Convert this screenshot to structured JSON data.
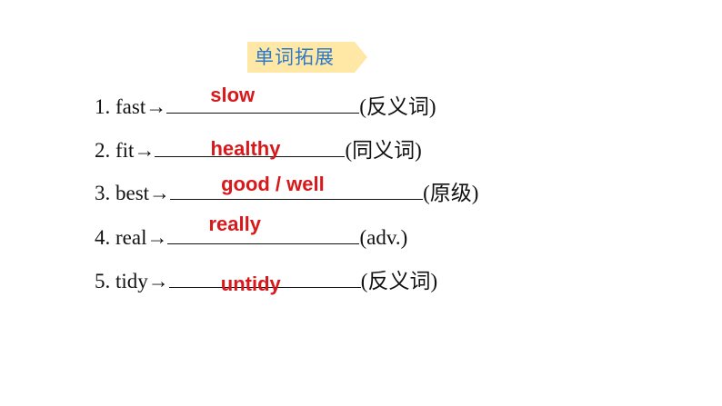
{
  "banner": {
    "title": "单词拓展",
    "fill_color": "#ffe8a6",
    "text_color": "#2b79c8"
  },
  "answer_color": "#d7191c",
  "items": [
    {
      "prefix": "1. fast→",
      "answer": "slow",
      "suffix": "(反义词)"
    },
    {
      "prefix": "2. fit→",
      "answer": "healthy",
      "suffix": "(同义词)"
    },
    {
      "prefix": "3. best→",
      "answer": "good / well",
      "suffix": "(原级)"
    },
    {
      "prefix": "4. real→",
      "answer": "really",
      "suffix": "(adv.)"
    },
    {
      "prefix": "5. tidy→",
      "answer": "untidy",
      "suffix": "(反义词)"
    }
  ]
}
